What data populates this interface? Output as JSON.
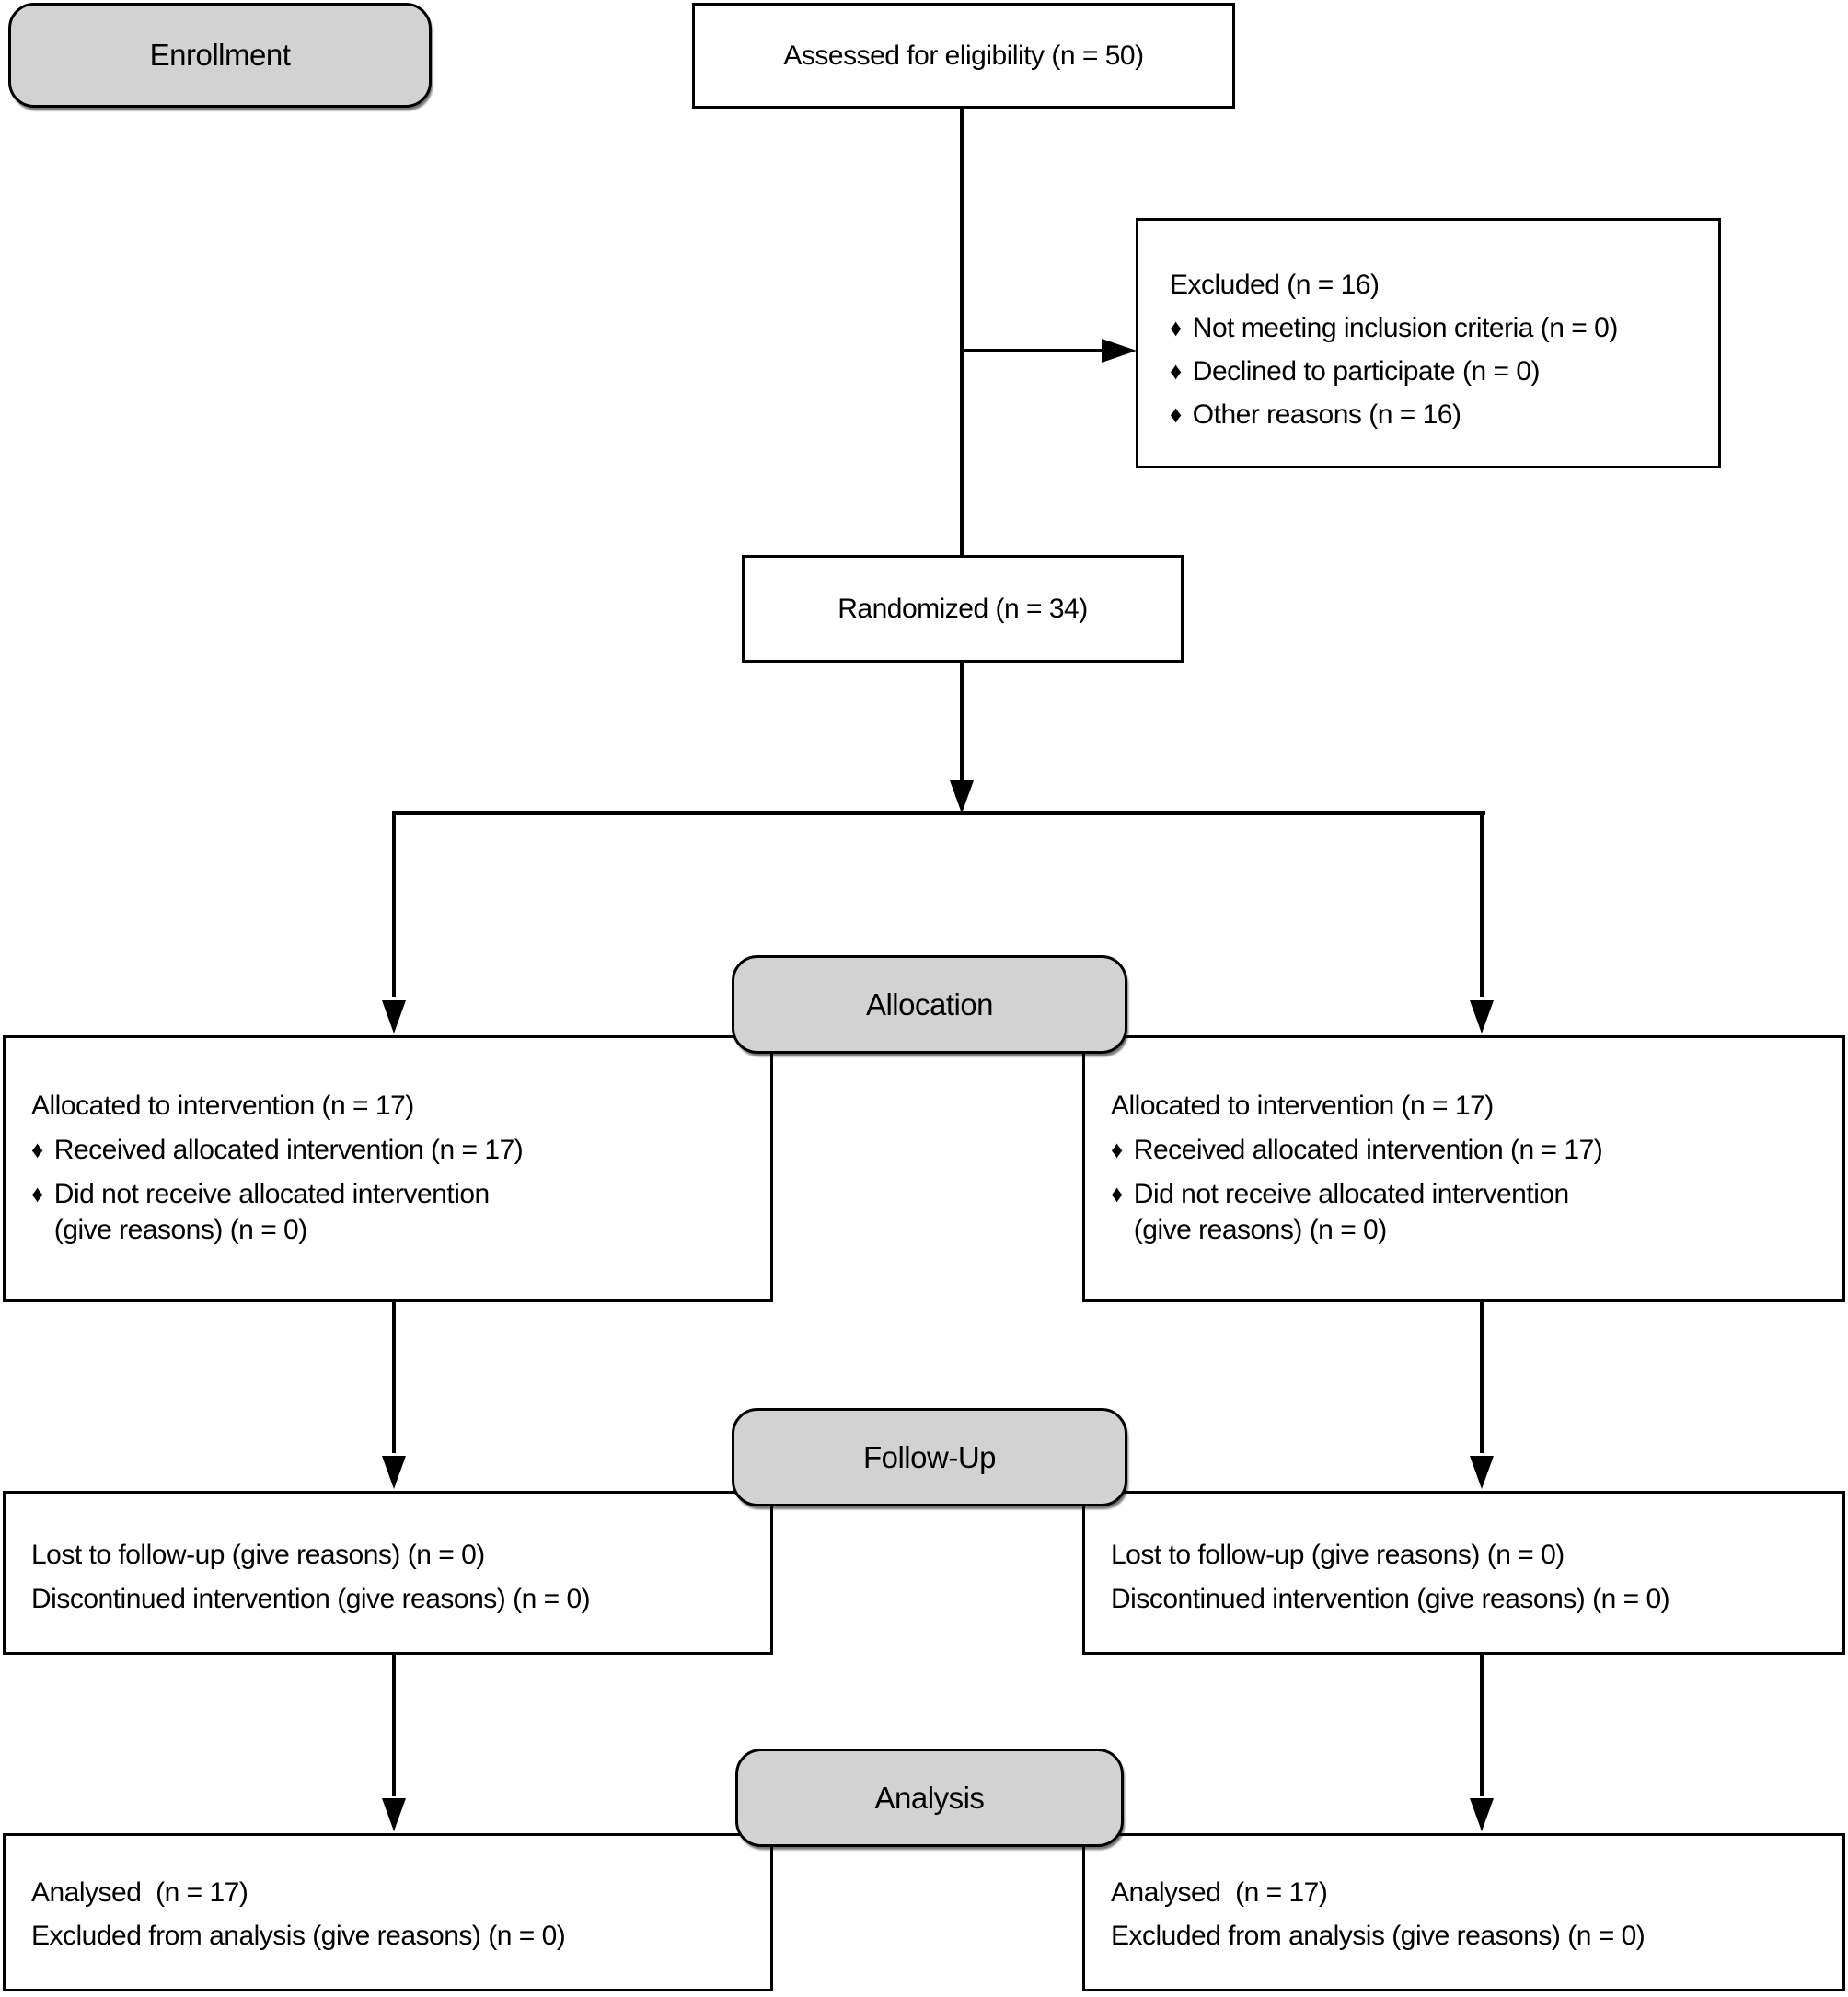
{
  "colors": {
    "background": "#ffffff",
    "stage_fill": "#d2d2d2",
    "box_fill": "#ffffff",
    "border": "#000000",
    "connector": "#000000",
    "text": "#000000"
  },
  "bullet_char": "♦",
  "stages": {
    "enrollment": {
      "label": "Enrollment"
    },
    "allocation": {
      "label": "Allocation"
    },
    "followup": {
      "label": "Follow-Up"
    },
    "analysis": {
      "label": "Analysis"
    }
  },
  "boxes": {
    "assessed": {
      "text": "Assessed for eligibility (n = 50)"
    },
    "excluded": {
      "title": "Excluded (n = 16)",
      "items": [
        "Not meeting inclusion criteria (n = 0)",
        "Declined to participate (n = 0)",
        "Other reasons (n = 16)"
      ]
    },
    "randomized": {
      "text": "Randomized (n = 34)"
    },
    "allocated_left": {
      "title": "Allocated to intervention (n = 17)",
      "items": [
        "Received allocated intervention (n = 17)",
        "Did not receive allocated intervention\n(give reasons) (n = 0)"
      ]
    },
    "allocated_right": {
      "title": "Allocated to intervention (n = 17)",
      "items": [
        "Received allocated intervention (n = 17)",
        "Did not receive allocated intervention\n(give reasons) (n = 0)"
      ]
    },
    "followup_left": {
      "lines": [
        "Lost to follow-up (give reasons) (n = 0)",
        "Discontinued intervention (give reasons) (n = 0)"
      ]
    },
    "followup_right": {
      "lines": [
        "Lost to follow-up (give reasons) (n = 0)",
        "Discontinued intervention (give reasons) (n = 0)"
      ]
    },
    "analysis_left": {
      "lines": [
        "Analysed  (n = 17)",
        "Excluded from analysis (give reasons) (n = 0)"
      ]
    },
    "analysis_right": {
      "lines": [
        "Analysed  (n = 17)",
        "Excluded from analysis (give reasons) (n = 0)"
      ]
    }
  }
}
